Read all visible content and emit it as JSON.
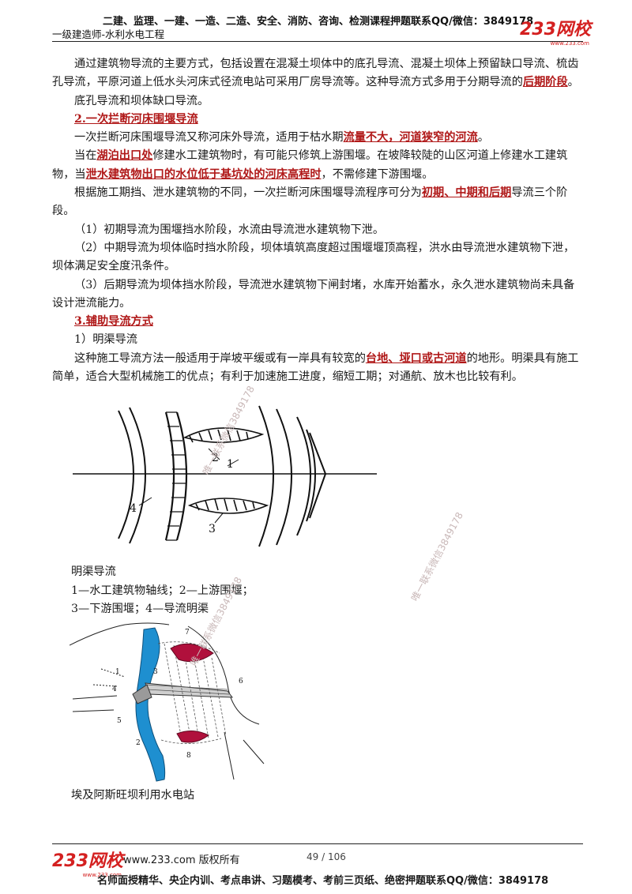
{
  "header": {
    "promo": "二建、监理、一建、一造、二造、安全、消防、咨询、检测课程押题联系QQ/微信：3849178",
    "subject": "一级建造师-水利水电工程",
    "logo_text": "233网校",
    "logo_sub": "www.233.com"
  },
  "body": {
    "p1": {
      "text": "通过建筑物导流的主要方式，包括设置在混凝土坝体中的底孔导流、混凝土坝体上预留缺口导流、梳齿孔导流，平原河道上低水头河床式径流电站可采用厂房导流等。这种导流方式多用于分期导流的",
      "hl1": "后期阶段",
      "tail": "。"
    },
    "p2": "底孔导流和坝体缺口导流。",
    "h2": "2.一次拦断河床围堰导流",
    "p3": {
      "a": "一次拦断河床围堰导流又称河床外导流，适用于枯水期",
      "hl1": "流量不大，河道狭窄的河流",
      "b": "。"
    },
    "p4": {
      "a": "当在",
      "hl1": "湖泊出口处",
      "b": "修建水工建筑物时，有可能只修筑上游围堰。在坡降较陡的山区河道上修建水工建筑物，当",
      "hl2": "泄水建筑物出口的水位低于基坑处的河床高程时",
      "c": "，不需修建下游围堰。"
    },
    "p5": {
      "a": "根据施工期挡、泄水建筑物的不同，一次拦断河床围堰导流程序可分为",
      "hl1": "初期、中期和后期",
      "b": "导流三个阶段。"
    },
    "p6": "（1）初期导流为围堰挡水阶段，水流由导流泄水建筑物下泄。",
    "p7": "（2）中期导流为坝体临时挡水阶段，坝体填筑高度超过围堰堰顶高程，洪水由导流泄水建筑物下泄，坝体满足安全度汛条件。",
    "p8": "（3）后期导流为坝体挡水阶段，导流泄水建筑物下闸封堵，水库开始蓄水，永久泄水建筑物尚未具备设计泄流能力。",
    "h3": "3.辅助导流方式",
    "p9": "1）明渠导流",
    "p10": {
      "a": "这种施工导流方法一般适用于岸坡平缓或有一岸具有较宽的",
      "hl1": "台地、垭口或古河道",
      "b": "的地形。明渠具有施工简单，适合大型机械施工的优点；有利于加速施工进度，缩短工期；对通航、放木也比较有利。"
    }
  },
  "figure1": {
    "labels": [
      "1",
      "2",
      "3",
      "4"
    ],
    "caption_title": "明渠导流",
    "caption_line1": "1—水工建筑物轴线；2—上游围堰；",
    "caption_line2": "3—下游围堰；4—导流明渠"
  },
  "figure2": {
    "labels": [
      "1",
      "2",
      "3",
      "4",
      "5",
      "6",
      "7",
      "8"
    ],
    "caption": "埃及阿斯旺坝利用水电站"
  },
  "watermark": "唯一联系微信3849178",
  "footer": {
    "logo_text": "233网校",
    "logo_sub": "www.233.com",
    "site": "www.233.com 版权所有",
    "page": "49 / 106",
    "promo": "名师面授精华、央企内训、考点串讲、习题模考、考前三页纸、绝密押题联系QQ/微信：3849178"
  },
  "colors": {
    "highlight": "#b01818",
    "logo": "#d42020",
    "river_blue": "#1e8fd0",
    "cofferdam": "#b0103c"
  }
}
